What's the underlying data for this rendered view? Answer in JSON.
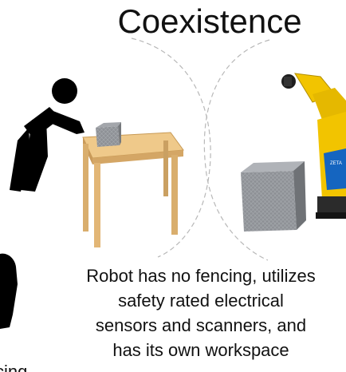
{
  "diagram": {
    "title": "Coexistence",
    "caption_lines": [
      "Robot has no fencing, utilizes",
      "safety rated electrical",
      "sensors and scanners, and",
      "has its own workspace"
    ],
    "partial_left_text": "cing",
    "colors": {
      "text": "#111111",
      "robot": "#f2c400",
      "human": "#000000",
      "table": "#e6bc7a",
      "box": "#8a8d91",
      "dashed_boundary": "#b8b8b8"
    },
    "icons": {
      "human_worker": "bending-human-silhouette",
      "robot": "industrial-robot-arm",
      "work_table": "wooden-table",
      "box": "grey-cube"
    }
  }
}
